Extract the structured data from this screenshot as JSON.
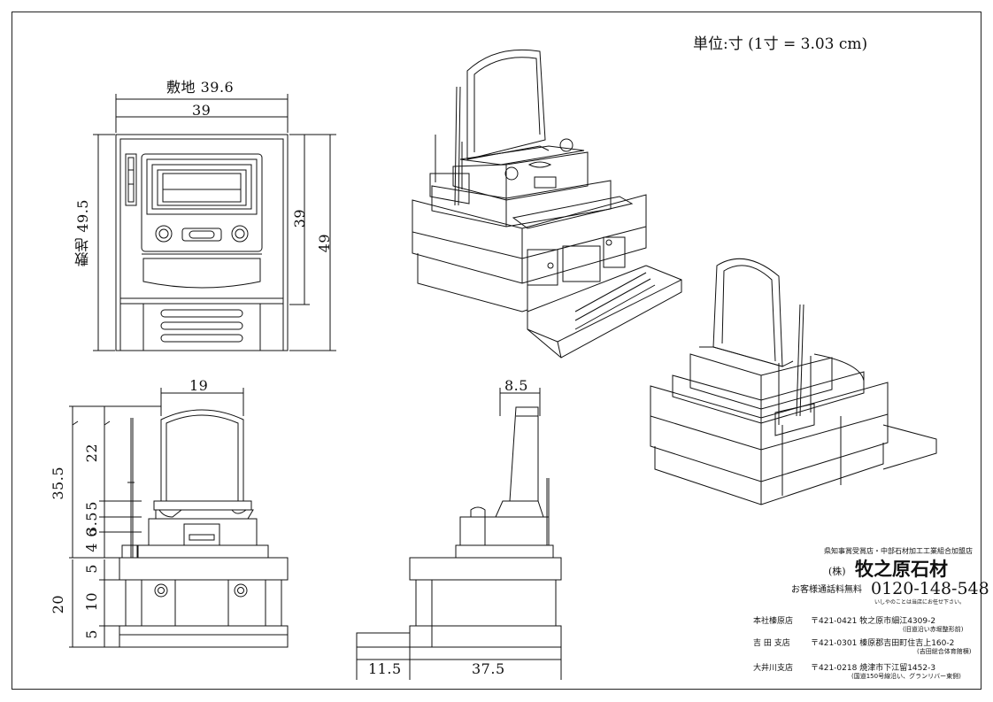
{
  "unit_note": "単位:寸 (1寸 = 3.03 cm)",
  "top_view": {
    "site_width": "敷地 39.6",
    "width": "39",
    "site_depth": "敷地 49.5",
    "inner_depth": "39",
    "depth": "49"
  },
  "front_view": {
    "stone_width": "19",
    "total_height": "35.5",
    "h_stone": "22",
    "h_a": "5",
    "h_b": "3.5",
    "h_c": "6",
    "h_d": "4",
    "base_total": "20",
    "base_top": "5",
    "base_mid": "10",
    "base_bottom": "5"
  },
  "side_view": {
    "stone_depth": "8.5",
    "step_depth": "11.5",
    "base_depth": "37.5"
  },
  "company": {
    "cert": "県知事賞受賞店・中部石材加工工業組合加盟店",
    "prefix": "(株)",
    "name": "牧之原石材",
    "free_call_label": "お客様通話料無料",
    "phone": "0120-148-548",
    "phone_note": "いしやのことは当店にお任せ下さい。",
    "branches": [
      {
        "label": "本社榛原店",
        "addr": "〒421-0421 牧之原市細江4309-2",
        "note": "(旧道沿い赤堀整形前)"
      },
      {
        "label": "吉 田 支店",
        "addr": "〒421-0301 榛原郡吉田町住吉上160-2",
        "note": "(吉田総合体育館横)"
      },
      {
        "label": "大井川支店",
        "addr": "〒421-0218 焼津市下江留1452-3",
        "note": "(国道150号線沿い、グランリバー東側)"
      }
    ]
  }
}
